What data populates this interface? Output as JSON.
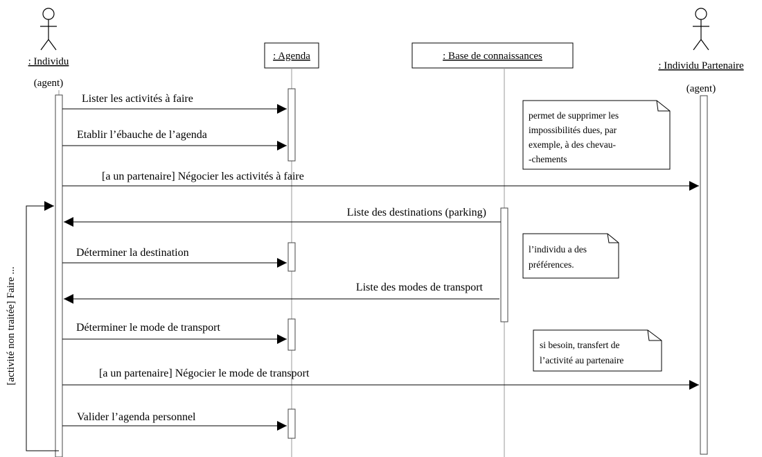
{
  "actors": {
    "individu": {
      "name": ": Individu",
      "role": "(agent)"
    },
    "partenaire": {
      "name": ": Individu Partenaire",
      "role": "(agent)"
    }
  },
  "objects": {
    "agenda": ": Agenda",
    "base": ": Base de connaissances"
  },
  "messages": [
    {
      "text": "Lister les activités à faire"
    },
    {
      "text": "Etablir l’ébauche de l’agenda"
    },
    {
      "text": "[a un partenaire]  Négocier les activités à faire"
    },
    {
      "text": "Liste des destinations (parking)"
    },
    {
      "text": "Déterminer la destination"
    },
    {
      "text": "Liste des modes de transport"
    },
    {
      "text": "Déterminer le mode de transport"
    },
    {
      "text": "[a un partenaire]  Négocier le mode de transport"
    },
    {
      "text": "Valider l’agenda personnel"
    }
  ],
  "loop_label": "[activité non traitée]  Faire ...",
  "notes": [
    {
      "lines": [
        "permet de supprimer les",
        "impossibilités dues, par",
        "exemple, à des chevau-",
        "-chements"
      ]
    },
    {
      "lines": [
        "l’individu a des",
        "préférences."
      ]
    },
    {
      "lines": [
        "si besoin, transfert de",
        "l’activité au partenaire"
      ]
    }
  ]
}
